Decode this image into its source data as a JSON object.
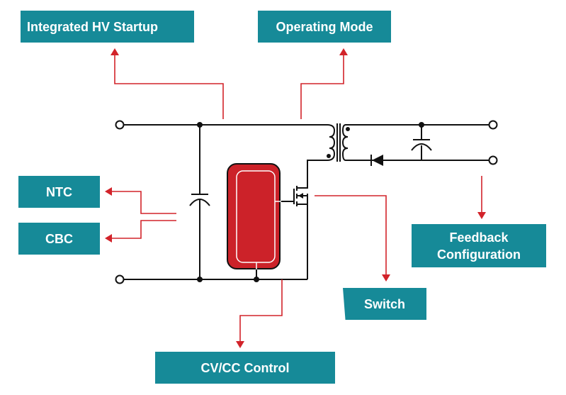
{
  "diagram": {
    "title": "Flyback power supply controller feature map",
    "colors": {
      "label_fill": "#168a98",
      "label_text": "#ffffff",
      "arrow": "#d2232a",
      "controller_fill": "#cc2229",
      "wire": "#111111"
    },
    "labels": {
      "hv_startup": "Integrated HV Startup",
      "operating_mode": "Operating Mode",
      "ntc": "NTC",
      "cbc": "CBC",
      "feedback_line1": "Feedback",
      "feedback_line2": "Configuration",
      "switch": "Switch",
      "cvcc": "CV/CC Control"
    },
    "components": [
      "input-terminal-top",
      "input-terminal-bottom",
      "input-capacitor",
      "controller-ic",
      "mosfet-switch",
      "transformer",
      "output-diode",
      "output-capacitor",
      "output-terminal-top",
      "output-terminal-bottom"
    ]
  }
}
